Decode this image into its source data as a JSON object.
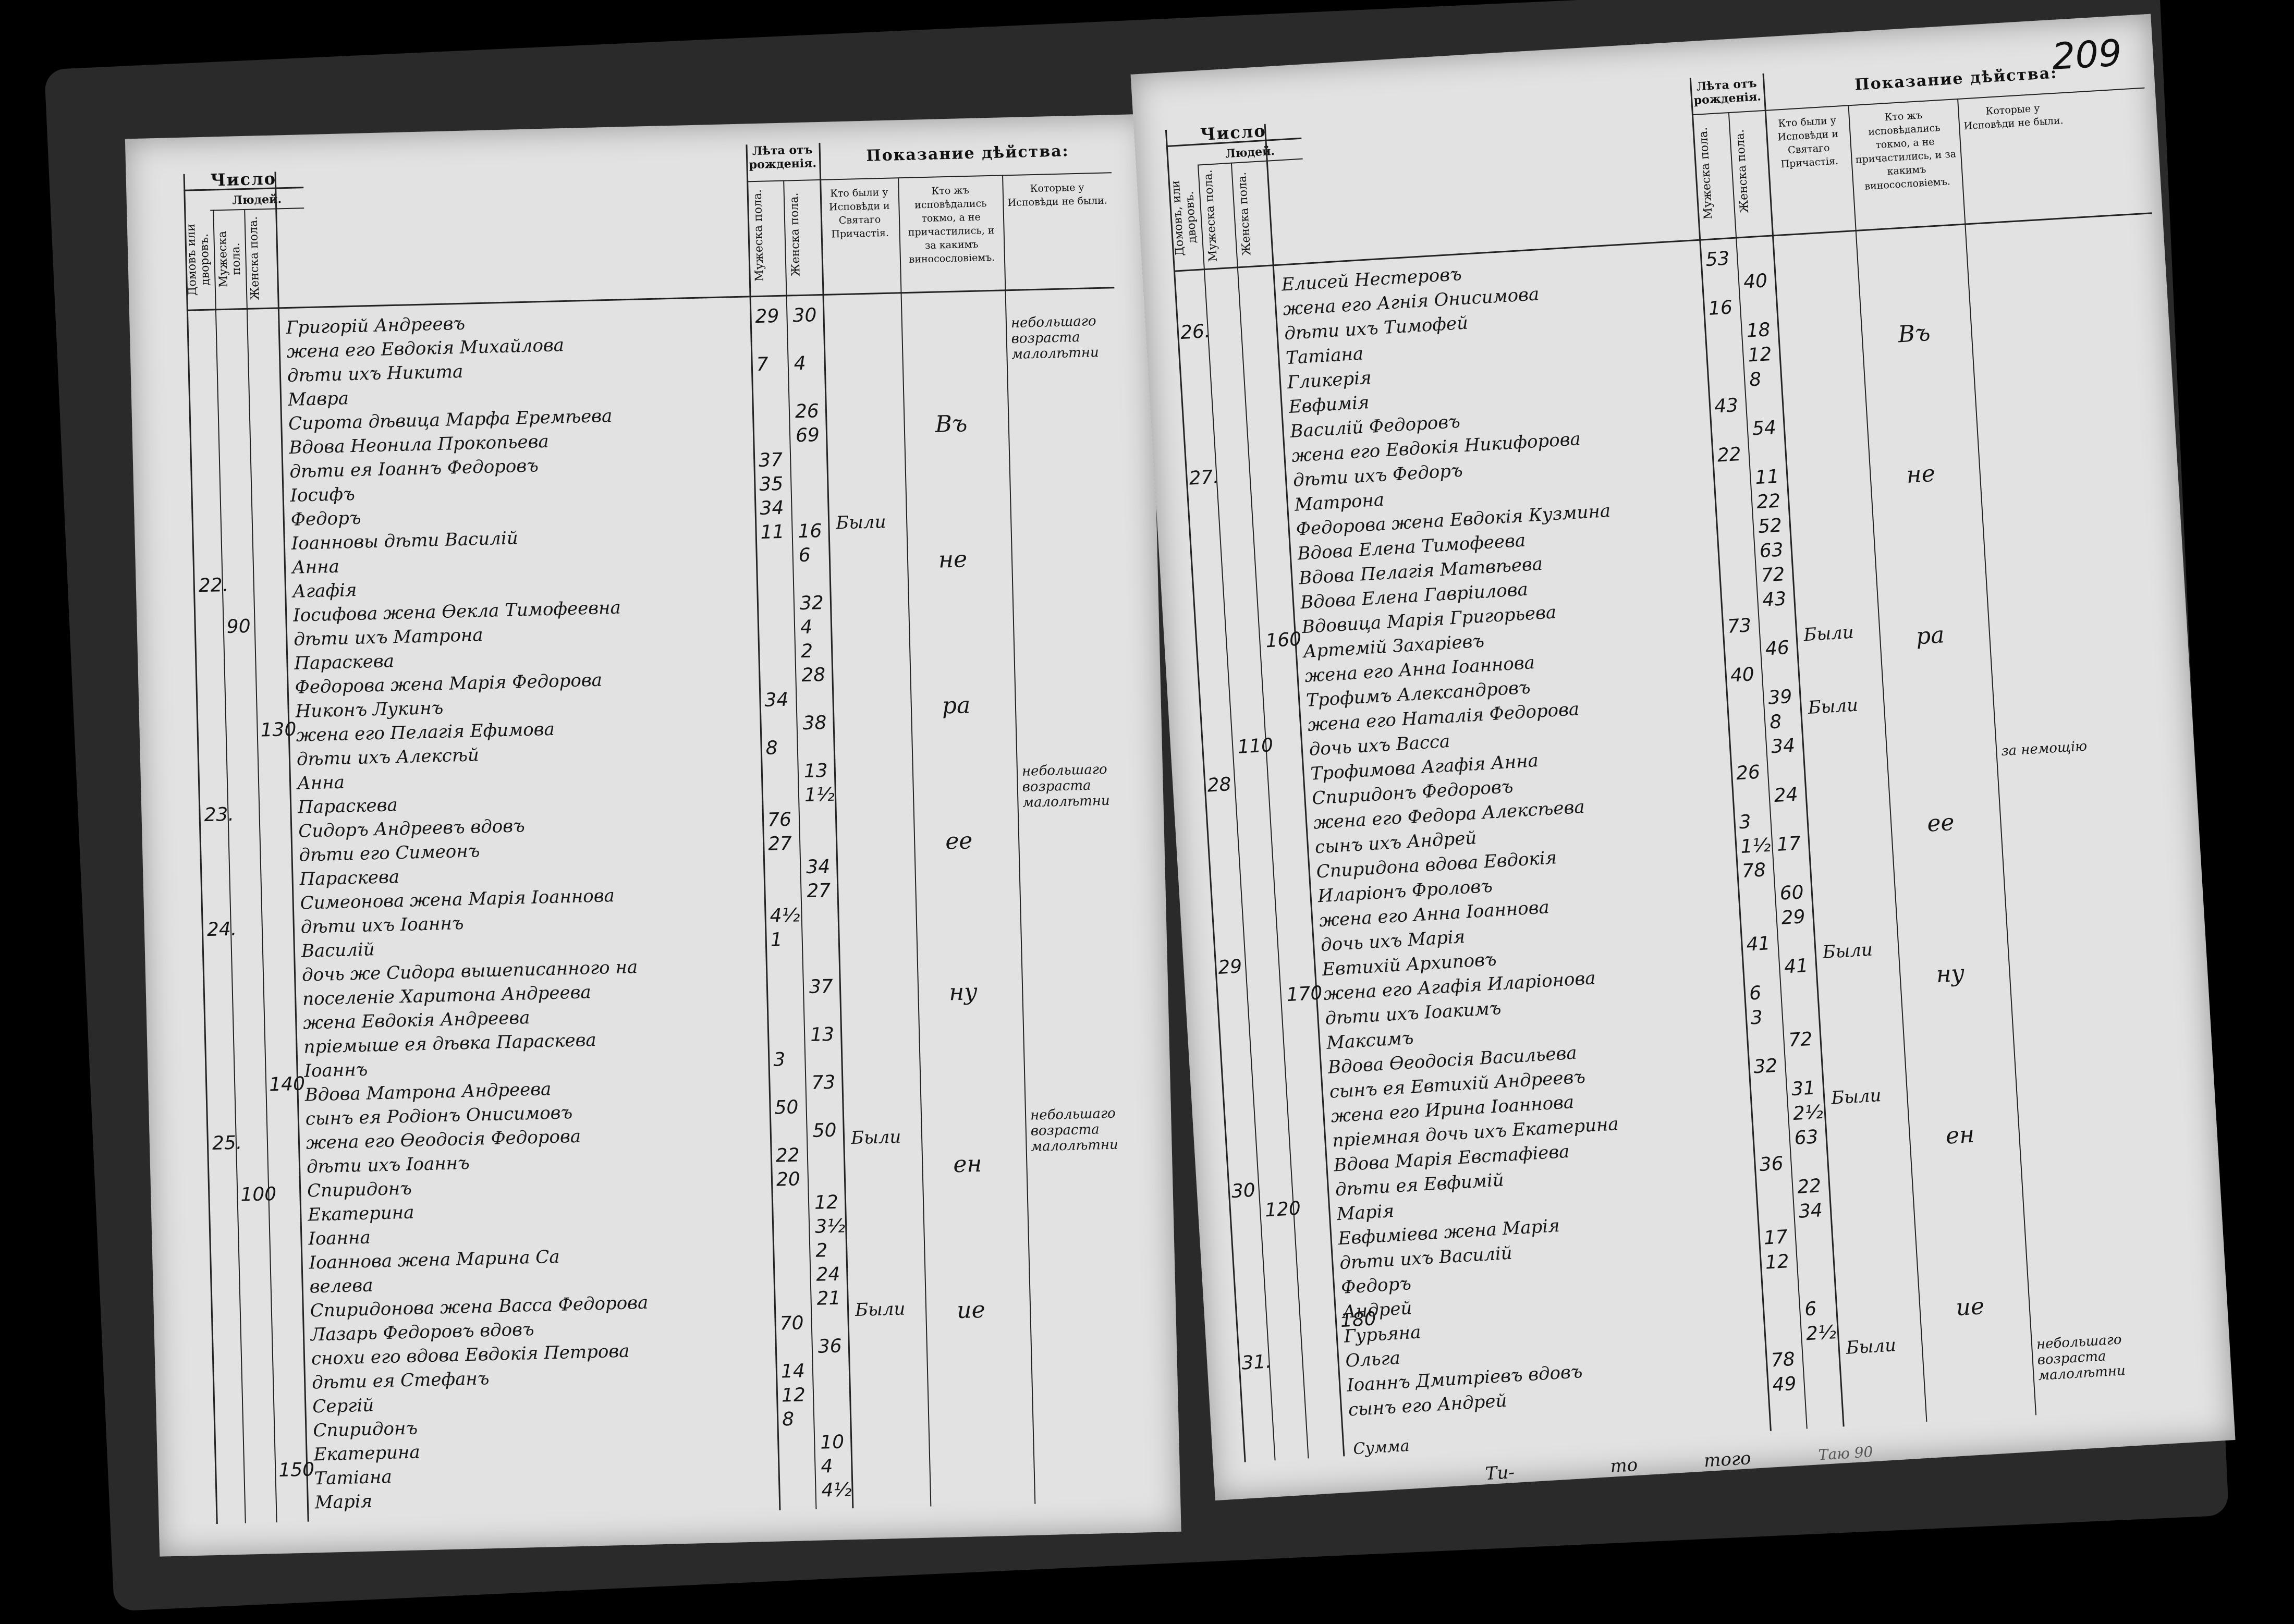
{
  "folio_number": "209",
  "left_page": {
    "header": {
      "count_title": "Число",
      "people_title": "Людей.",
      "col_households": "Домовъ или дворовъ.",
      "col_male": "Мужеска пола.",
      "col_female": "Женска пола.",
      "age_title": "Лѣта отъ рожденія.",
      "age_male": "Мужеска пола.",
      "age_female": "Женска пола.",
      "action_title": "Показание дѣйства:",
      "col_confessed": "Кто были у Исповѣди и Святаго Причастія.",
      "col_confessed_only": "Кто жъ исповѣдались токмо, а не причастились, и за какимъ виносословіемъ.",
      "col_absent": "Которые у Исповѣди не были."
    },
    "entries": [
      {
        "name": "Григорій Андреевъ",
        "m": "29",
        "f": "30"
      },
      {
        "name": "жена его Евдокія Михайлова",
        "m": "",
        "f": ""
      },
      {
        "name": "дѣти ихъ Никита",
        "m": "7",
        "f": "4"
      },
      {
        "name": "Мавра",
        "m": "",
        "f": ""
      },
      {
        "name": "Сирота дѣвица Марфа Еремѣева",
        "m": "",
        "f": "26"
      },
      {
        "name": "Вдова Неонила Прокопьева",
        "m": "",
        "f": "69"
      },
      {
        "name": "дѣти ея Іоаннъ Федоровъ",
        "m": "37",
        "f": ""
      },
      {
        "name": "Іосифъ",
        "m": "35",
        "f": ""
      },
      {
        "name": "Федоръ",
        "m": "34",
        "f": ""
      },
      {
        "name": "Іоанновы дѣти Василій",
        "m": "11",
        "f": "16"
      },
      {
        "name": "Анна",
        "m": "",
        "f": "6"
      },
      {
        "name": "Агафія",
        "m": "",
        "f": ""
      },
      {
        "name": "Іосифова жена Ѳекла Тимофеевна",
        "m": "",
        "f": "32"
      },
      {
        "name": "дѣти ихъ Матрона",
        "m": "",
        "f": "4"
      },
      {
        "name": "Параскева",
        "m": "",
        "f": "2"
      },
      {
        "name": "Федорова жена Марія Федорова",
        "m": "",
        "f": "28"
      },
      {
        "name": "Никонъ Лукинъ",
        "m": "34",
        "f": ""
      },
      {
        "name": "жена его Пелагія Ефимова",
        "m": "",
        "f": "38"
      },
      {
        "name": "дѣти ихъ Алексѣй",
        "m": "8",
        "f": ""
      },
      {
        "name": "Анна",
        "m": "",
        "f": "13"
      },
      {
        "name": "Параскева",
        "m": "",
        "f": "1½"
      },
      {
        "name": "Сидоръ Андреевъ вдовъ",
        "m": "76",
        "f": ""
      },
      {
        "name": "дѣти его Симеонъ",
        "m": "27",
        "f": ""
      },
      {
        "name": "Параскева",
        "m": "",
        "f": "34"
      },
      {
        "name": "Симеонова жена Марія Іоаннова",
        "m": "",
        "f": "27"
      },
      {
        "name": "дѣти ихъ Іоаннъ",
        "m": "4½",
        "f": ""
      },
      {
        "name": "Василій",
        "m": "1",
        "f": ""
      },
      {
        "name": "дочь же Сидора вышеписанного на",
        "m": "",
        "f": ""
      },
      {
        "name": "поселеніе Харитона Андреева",
        "m": "",
        "f": "37"
      },
      {
        "name": "жена Евдокія Андреева",
        "m": "",
        "f": ""
      },
      {
        "name": "пріемыше ея дѣвка Параскева",
        "m": "",
        "f": "13"
      },
      {
        "name": "Іоаннъ",
        "m": "3",
        "f": ""
      },
      {
        "name": "Вдова Матрона Андреева",
        "m": "",
        "f": "73"
      },
      {
        "name": "сынъ ея Родіонъ Онисимовъ",
        "m": "50",
        "f": ""
      },
      {
        "name": "жена его Ѳеодосія Федорова",
        "m": "",
        "f": "50"
      },
      {
        "name": "дѣти ихъ Іоаннъ",
        "m": "22",
        "f": ""
      },
      {
        "name": "Спиридонъ",
        "m": "20",
        "f": ""
      },
      {
        "name": "Екатерина",
        "m": "",
        "f": "12"
      },
      {
        "name": "Іоанна",
        "m": "",
        "f": "3½"
      },
      {
        "name": "Іоаннова жена Марина Са",
        "m": "",
        "f": "2"
      },
      {
        "name": "велева",
        "m": "",
        "f": "24"
      },
      {
        "name": "Спиридонова жена Васса Федорова",
        "m": "",
        "f": "21"
      },
      {
        "name": "Лазарь Федоровъ вдовъ",
        "m": "70",
        "f": ""
      },
      {
        "name": "снохи его вдова Евдокія Петрова",
        "m": "",
        "f": "36"
      },
      {
        "name": "дѣти ея Стефанъ",
        "m": "14",
        "f": ""
      },
      {
        "name": "Сергій",
        "m": "12",
        "f": ""
      },
      {
        "name": "Спиридонъ",
        "m": "8",
        "f": ""
      },
      {
        "name": "Екатерина",
        "m": "",
        "f": "10"
      },
      {
        "name": "Татіана",
        "m": "",
        "f": "4"
      },
      {
        "name": "Марія",
        "m": "",
        "f": "4½"
      }
    ],
    "household_numbers": [
      "22.",
      "23.",
      "24.",
      "25."
    ],
    "male_totals": [
      "90",
      "100"
    ],
    "female_totals": [
      "130",
      "140",
      "150"
    ],
    "confessed_marks": [
      "Были",
      "Были",
      "Были"
    ],
    "vertical_marks": [
      "Въ",
      "не",
      "ра",
      "ее",
      "ну",
      "ен",
      "ие"
    ],
    "absent_notes": [
      "небольшаго возраста малолѣтни",
      "небольшаго возраста малолѣтни",
      "небольшаго возраста малолѣтни"
    ]
  },
  "right_page": {
    "header": {
      "count_title": "Число",
      "people_title": "Людей.",
      "col_households": "Домовъ, или дворовъ.",
      "col_male": "Мужеска пола.",
      "col_female": "Женска пола.",
      "age_title": "Лѣта отъ рожденія.",
      "age_male": "Мужеска пола.",
      "age_female": "Женска пола.",
      "action_title": "Показание дѣйства:",
      "col_confessed": "Кто были у Исповѣди и Святаго Причастія.",
      "col_confessed_only": "Кто жъ исповѣдались токмо, а не причастились, и за какимъ виносословіемъ.",
      "col_absent": "Которые у Исповѣди не были."
    },
    "entries": [
      {
        "name": "Елисей Нестеровъ",
        "m": "53",
        "f": ""
      },
      {
        "name": "жена его Агнія Онисимова",
        "m": "",
        "f": "40"
      },
      {
        "name": "дѣти ихъ Тимофей",
        "m": "16",
        "f": ""
      },
      {
        "name": "Татіана",
        "m": "",
        "f": "18"
      },
      {
        "name": "Гликерія",
        "m": "",
        "f": "12"
      },
      {
        "name": "Евфимія",
        "m": "",
        "f": "8"
      },
      {
        "name": "Василій Федоровъ",
        "m": "43",
        "f": ""
      },
      {
        "name": "жена его Евдокія Никифорова",
        "m": "",
        "f": "54"
      },
      {
        "name": "дѣти ихъ Федоръ",
        "m": "22",
        "f": ""
      },
      {
        "name": "Матрона",
        "m": "",
        "f": "11"
      },
      {
        "name": "Федорова жена Евдокія Кузмина",
        "m": "",
        "f": "22"
      },
      {
        "name": "Вдова Елена Тимофеева",
        "m": "",
        "f": "52"
      },
      {
        "name": "Вдова Пелагія Матвѣева",
        "m": "",
        "f": "63"
      },
      {
        "name": "Вдова Елена Гавріилова",
        "m": "",
        "f": "72"
      },
      {
        "name": "Вдовица Марія Григорьева",
        "m": "",
        "f": "43"
      },
      {
        "name": "Артемій Захаріевъ",
        "m": "73",
        "f": ""
      },
      {
        "name": "жена его Анна Іоаннова",
        "m": "",
        "f": "46"
      },
      {
        "name": "Трофимъ Александровъ",
        "m": "40",
        "f": ""
      },
      {
        "name": "жена его Наталія Федорова",
        "m": "",
        "f": "39"
      },
      {
        "name": "дочь ихъ Васса",
        "m": "",
        "f": "8"
      },
      {
        "name": "Трофимова Агафія Анна",
        "m": "",
        "f": "34"
      },
      {
        "name": "Спиридонъ Федоровъ",
        "m": "26",
        "f": ""
      },
      {
        "name": "жена его Федора Алексѣева",
        "m": "",
        "f": "24"
      },
      {
        "name": "сынъ ихъ Андрей",
        "m": "3",
        "f": ""
      },
      {
        "name": "Спиридона вдова Евдокія",
        "m": "1½",
        "f": "17"
      },
      {
        "name": "Иларіонъ Фроловъ",
        "m": "78",
        "f": ""
      },
      {
        "name": "жена его Анна Іоаннова",
        "m": "",
        "f": "60"
      },
      {
        "name": "дочь ихъ Марія",
        "m": "",
        "f": "29"
      },
      {
        "name": "Евтихій Архиповъ",
        "m": "41",
        "f": ""
      },
      {
        "name": "жена его Агафія Иларіонова",
        "m": "",
        "f": "41"
      },
      {
        "name": "дѣти ихъ Іоакимъ",
        "m": "6",
        "f": ""
      },
      {
        "name": "Максимъ",
        "m": "3",
        "f": ""
      },
      {
        "name": "Вдова Ѳеодосія Васильева",
        "m": "",
        "f": "72"
      },
      {
        "name": "сынъ ея Евтихій Андреевъ",
        "m": "32",
        "f": ""
      },
      {
        "name": "жена его Ирина Іоаннова",
        "m": "",
        "f": "31"
      },
      {
        "name": "пріемная дочь ихъ Екатерина",
        "m": "",
        "f": "2½"
      },
      {
        "name": "Вдова Марія Евстафіева",
        "m": "",
        "f": "63"
      },
      {
        "name": "дѣти ея Евфимій",
        "m": "36",
        "f": ""
      },
      {
        "name": "Марія",
        "m": "",
        "f": "22"
      },
      {
        "name": "Евфиміева жена Марія",
        "m": "",
        "f": "34"
      },
      {
        "name": "дѣти ихъ Василій",
        "m": "17",
        "f": ""
      },
      {
        "name": "Федоръ",
        "m": "12",
        "f": ""
      },
      {
        "name": "Андрей",
        "m": "",
        "f": ""
      },
      {
        "name": "Гурьяна",
        "m": "",
        "f": "6"
      },
      {
        "name": "Ольга",
        "m": "",
        "f": "2½"
      },
      {
        "name": "Іоаннъ Дмитріевъ вдовъ",
        "m": "78",
        "f": ""
      },
      {
        "name": "сынъ его Андрей",
        "m": "49",
        "f": ""
      }
    ],
    "household_numbers": [
      "26.",
      "27.",
      "28",
      "29",
      "30",
      "31."
    ],
    "male_totals": [
      "110",
      "120"
    ],
    "female_totals": [
      "160",
      "170",
      "180"
    ],
    "confessed_marks": [
      "Были",
      "Были",
      "Были",
      "Были",
      "Были"
    ],
    "vertical_marks": [
      "Въ",
      "не",
      "ра",
      "ее",
      "ну",
      "ен",
      "ие"
    ],
    "absent_notes": [
      "за немощію",
      "небольшаго возраста малолѣтни"
    ],
    "footer_text": "Сумма",
    "footer_words": [
      "Ти-",
      "то",
      "того"
    ],
    "footer_stamp": "Таю 90"
  }
}
